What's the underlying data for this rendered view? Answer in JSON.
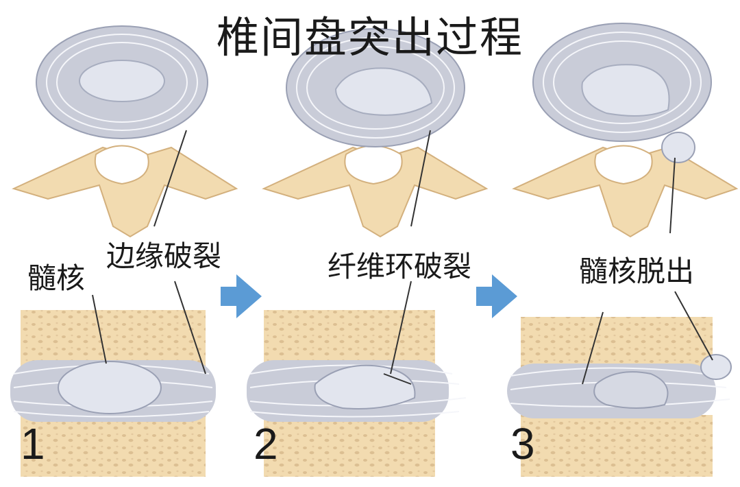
{
  "title": "椎间盘突出过程",
  "labels": {
    "nucleus": "髓核",
    "edge_rupture": "边缘破裂",
    "annulus_rupture": "纤维环破裂",
    "nucleus_prolapse": "髓核脱出"
  },
  "steps": [
    "1",
    "2",
    "3"
  ],
  "colors": {
    "bone": "#f2dbb0",
    "bone_dark": "#d9b98a",
    "disc": "#c9ccd8",
    "disc_line": "#f5f6fa",
    "nucleus": "#e2e5ee",
    "arrow": "#5b9bd5",
    "text": "#1a1a1a"
  }
}
